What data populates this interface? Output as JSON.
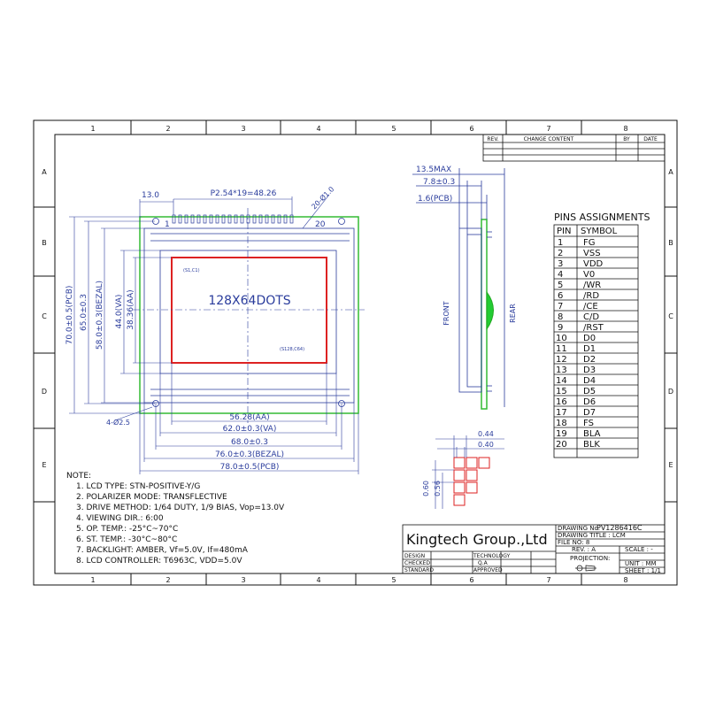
{
  "grid_columns": [
    "1",
    "2",
    "3",
    "4",
    "5",
    "6",
    "7",
    "8"
  ],
  "grid_rows": [
    "A",
    "B",
    "C",
    "D",
    "E"
  ],
  "revision_table": {
    "rev": "REV.",
    "content": "CHANGE CONTENT",
    "by": "BY",
    "date": "DATE"
  },
  "front_view": {
    "dim_pitch": "P2.54*19=48.26",
    "dim_13": "13.0",
    "dim_hole": "20-Ø1.0",
    "pin_first": "1",
    "pin_last": "20",
    "dots_label": "128X64DOTS",
    "corner_s1": "(S1,C1)",
    "corner_s128": "(S128,C64)",
    "dim_aa_w": "56.28(AA)",
    "dim_va_w": "62.0±0.3(VA)",
    "dim_68": "68.0±0.3",
    "dim_bezel_w": "76.0±0.3(BEZAL)",
    "dim_pcb_w": "78.0±0.5(PCB)",
    "dim_pcb_h": "70.0±0.5(PCB)",
    "dim_65": "65.0±0.3",
    "dim_bezel_h": "58.0±0.3(BEZAL)",
    "dim_va_h": "44.0(VA)",
    "dim_aa_h": "38.36(AA)",
    "mount_holes": "4-Ø2.5"
  },
  "side_view": {
    "dim_max": "13.5MAX",
    "dim_78": "7.8±0.3",
    "dim_pcb": "1.6(PCB)",
    "front": "FRONT",
    "rear": "REAR"
  },
  "pixel_detail": {
    "d044": "0.44",
    "d040": "0.40",
    "d060": "0.60",
    "d056": "0.56"
  },
  "pins": {
    "title": "PINS ASSIGNMENTS",
    "header_pin": "PIN",
    "header_symbol": "SYMBOL",
    "rows": [
      {
        "pin": "1",
        "symbol": "FG"
      },
      {
        "pin": "2",
        "symbol": "VSS"
      },
      {
        "pin": "3",
        "symbol": "VDD"
      },
      {
        "pin": "4",
        "symbol": "V0"
      },
      {
        "pin": "5",
        "symbol": "/WR"
      },
      {
        "pin": "6",
        "symbol": "/RD"
      },
      {
        "pin": "7",
        "symbol": "/CE"
      },
      {
        "pin": "8",
        "symbol": "C/D"
      },
      {
        "pin": "9",
        "symbol": "/RST"
      },
      {
        "pin": "10",
        "symbol": "D0"
      },
      {
        "pin": "11",
        "symbol": "D1"
      },
      {
        "pin": "12",
        "symbol": "D2"
      },
      {
        "pin": "13",
        "symbol": "D3"
      },
      {
        "pin": "14",
        "symbol": "D4"
      },
      {
        "pin": "15",
        "symbol": "D5"
      },
      {
        "pin": "16",
        "symbol": "D6"
      },
      {
        "pin": "17",
        "symbol": "D7"
      },
      {
        "pin": "18",
        "symbol": "FS"
      },
      {
        "pin": "19",
        "symbol": "BLA"
      },
      {
        "pin": "20",
        "symbol": "BLK"
      }
    ]
  },
  "notes": {
    "heading": "NOTE:",
    "items": [
      "1. LCD TYPE: STN-POSITIVE-Y/G",
      "2. POLARIZER MODE: TRANSFLECTIVE",
      "3. DRIVE METHOD: 1/64 DUTY, 1/9 BIAS, Vop=13.0V",
      "4. VIEWING DIR.: 6:00",
      "5. OP. TEMP.: -25°C~70°C",
      "6. ST. TEMP.: -30°C~80°C",
      "7. BACKLIGHT: AMBER, Vf=5.0V, If=480mA",
      "8. LCD CONTROLLER: T6963C, VDD=5.0V"
    ]
  },
  "title_block": {
    "company": "Kingtech Group.,Ltd",
    "drawing_no_label": "DRAWING No:",
    "drawing_no": "PV1286416C",
    "drawing_title": "DRAWING TITLE : LCM",
    "file_no": "FILE NO: 8",
    "rev": "REV. : A",
    "scale": "SCALE : -",
    "projection": "PROJECTION:",
    "unit": "UNIT : MM",
    "sheet": "SHEET : 1/1",
    "design": "DESIGN",
    "checked": "CHECKED",
    "standard": "STANDARD",
    "technology": "TECHNOLOGY",
    "qa": "Q.A",
    "approved": "APPROVED"
  },
  "colors": {
    "line": "#2a3c9c",
    "pcb": "#33bb33",
    "viewing_area": "#dd2222",
    "ink": "#111111"
  }
}
